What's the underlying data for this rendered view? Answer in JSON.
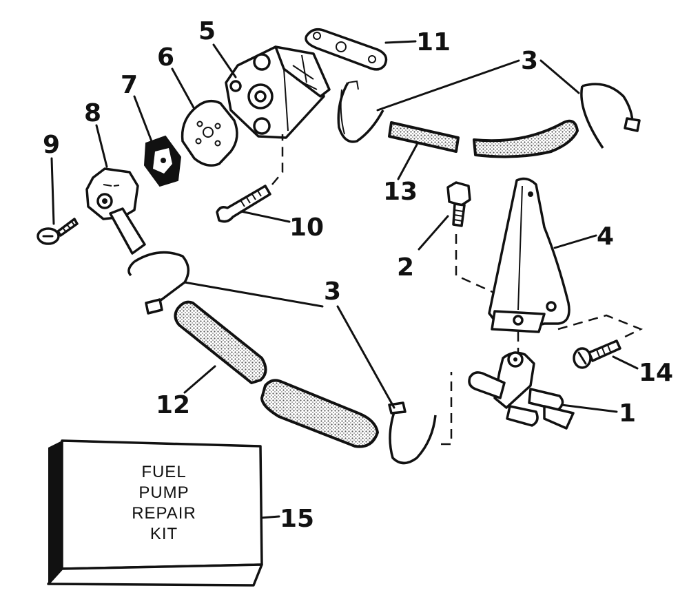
{
  "callouts": {
    "c1": "1",
    "c2": "2",
    "c3_top": "3",
    "c3_bottom": "3",
    "c4": "4",
    "c5": "5",
    "c6": "6",
    "c7": "7",
    "c8": "8",
    "c9": "9",
    "c10": "10",
    "c11": "11",
    "c12": "12",
    "c13": "13",
    "c14": "14",
    "c15": "15"
  },
  "kit": {
    "line1": "FUEL",
    "line2": "PUMP",
    "line3": "REPAIR",
    "line4": "KIT"
  }
}
